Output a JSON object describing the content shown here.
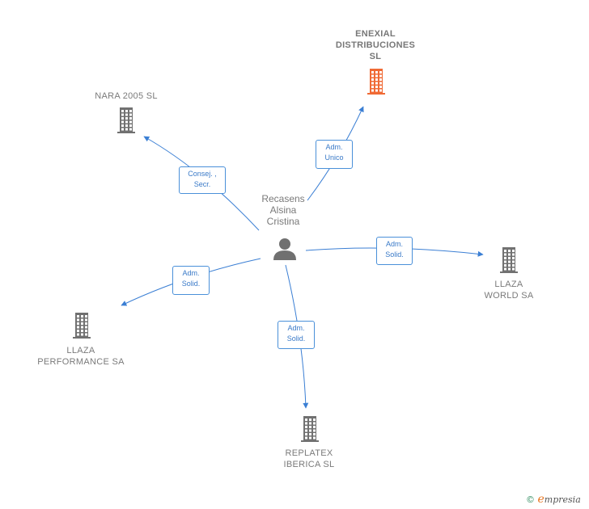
{
  "colors": {
    "edge": "#3b7fd4",
    "building": "#717171",
    "building_highlight": "#f06a35",
    "person": "#707070"
  },
  "person": {
    "label": "Recasens\nAlsina\nCristina",
    "icon": "person-icon"
  },
  "companies": [
    {
      "id": "enexial",
      "label": "ENEXIAL\nDISTRIBUCIONES\nSL",
      "highlight": true,
      "icon": "building-icon"
    },
    {
      "id": "nara",
      "label": "NARA 2005  SL",
      "highlight": false,
      "icon": "building-icon"
    },
    {
      "id": "llaza-world",
      "label": "LLAZA\nWORLD SA",
      "highlight": false,
      "icon": "building-icon"
    },
    {
      "id": "llaza-performance",
      "label": "LLAZA\nPERFORMANCE SA",
      "highlight": false,
      "icon": "building-icon"
    },
    {
      "id": "replatex",
      "label": "REPLATEX\nIBERICA  SL",
      "highlight": false,
      "icon": "building-icon"
    }
  ],
  "relations": [
    {
      "target": "enexial",
      "label": "Adm.\nUnico"
    },
    {
      "target": "nara",
      "label": "Consej. ,\nSecr."
    },
    {
      "target": "llaza-world",
      "label": "Adm.\nSolid."
    },
    {
      "target": "llaza-performance",
      "label": "Adm.\nSolid."
    },
    {
      "target": "replatex",
      "label": "Adm.\nSolid."
    }
  ],
  "footer": {
    "symbol": "©",
    "brand_initial": "e",
    "brand_rest": "mpresia"
  }
}
